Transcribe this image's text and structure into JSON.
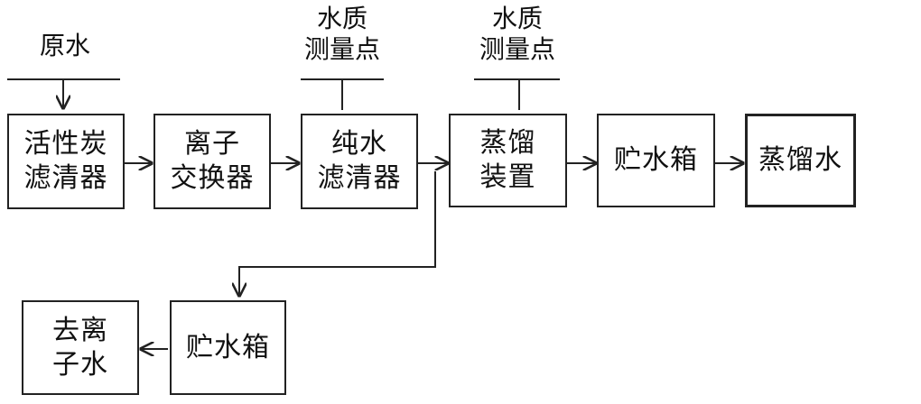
{
  "inputs": {
    "raw_water": "原水",
    "quality_point_1": "水质\n测量点",
    "quality_point_2": "水质\n测量点"
  },
  "boxes": {
    "activated_carbon_filter": "活性炭\n滤清器",
    "ion_exchanger": "离子\n交换器",
    "pure_water_filter": "纯水\n滤清器",
    "distillation_unit": "蒸馏\n装置",
    "storage_tank_top": "贮水箱",
    "distilled_water": "蒸馏水",
    "storage_tank_bottom": "贮水箱",
    "deionized_water": "去离\n子水"
  }
}
